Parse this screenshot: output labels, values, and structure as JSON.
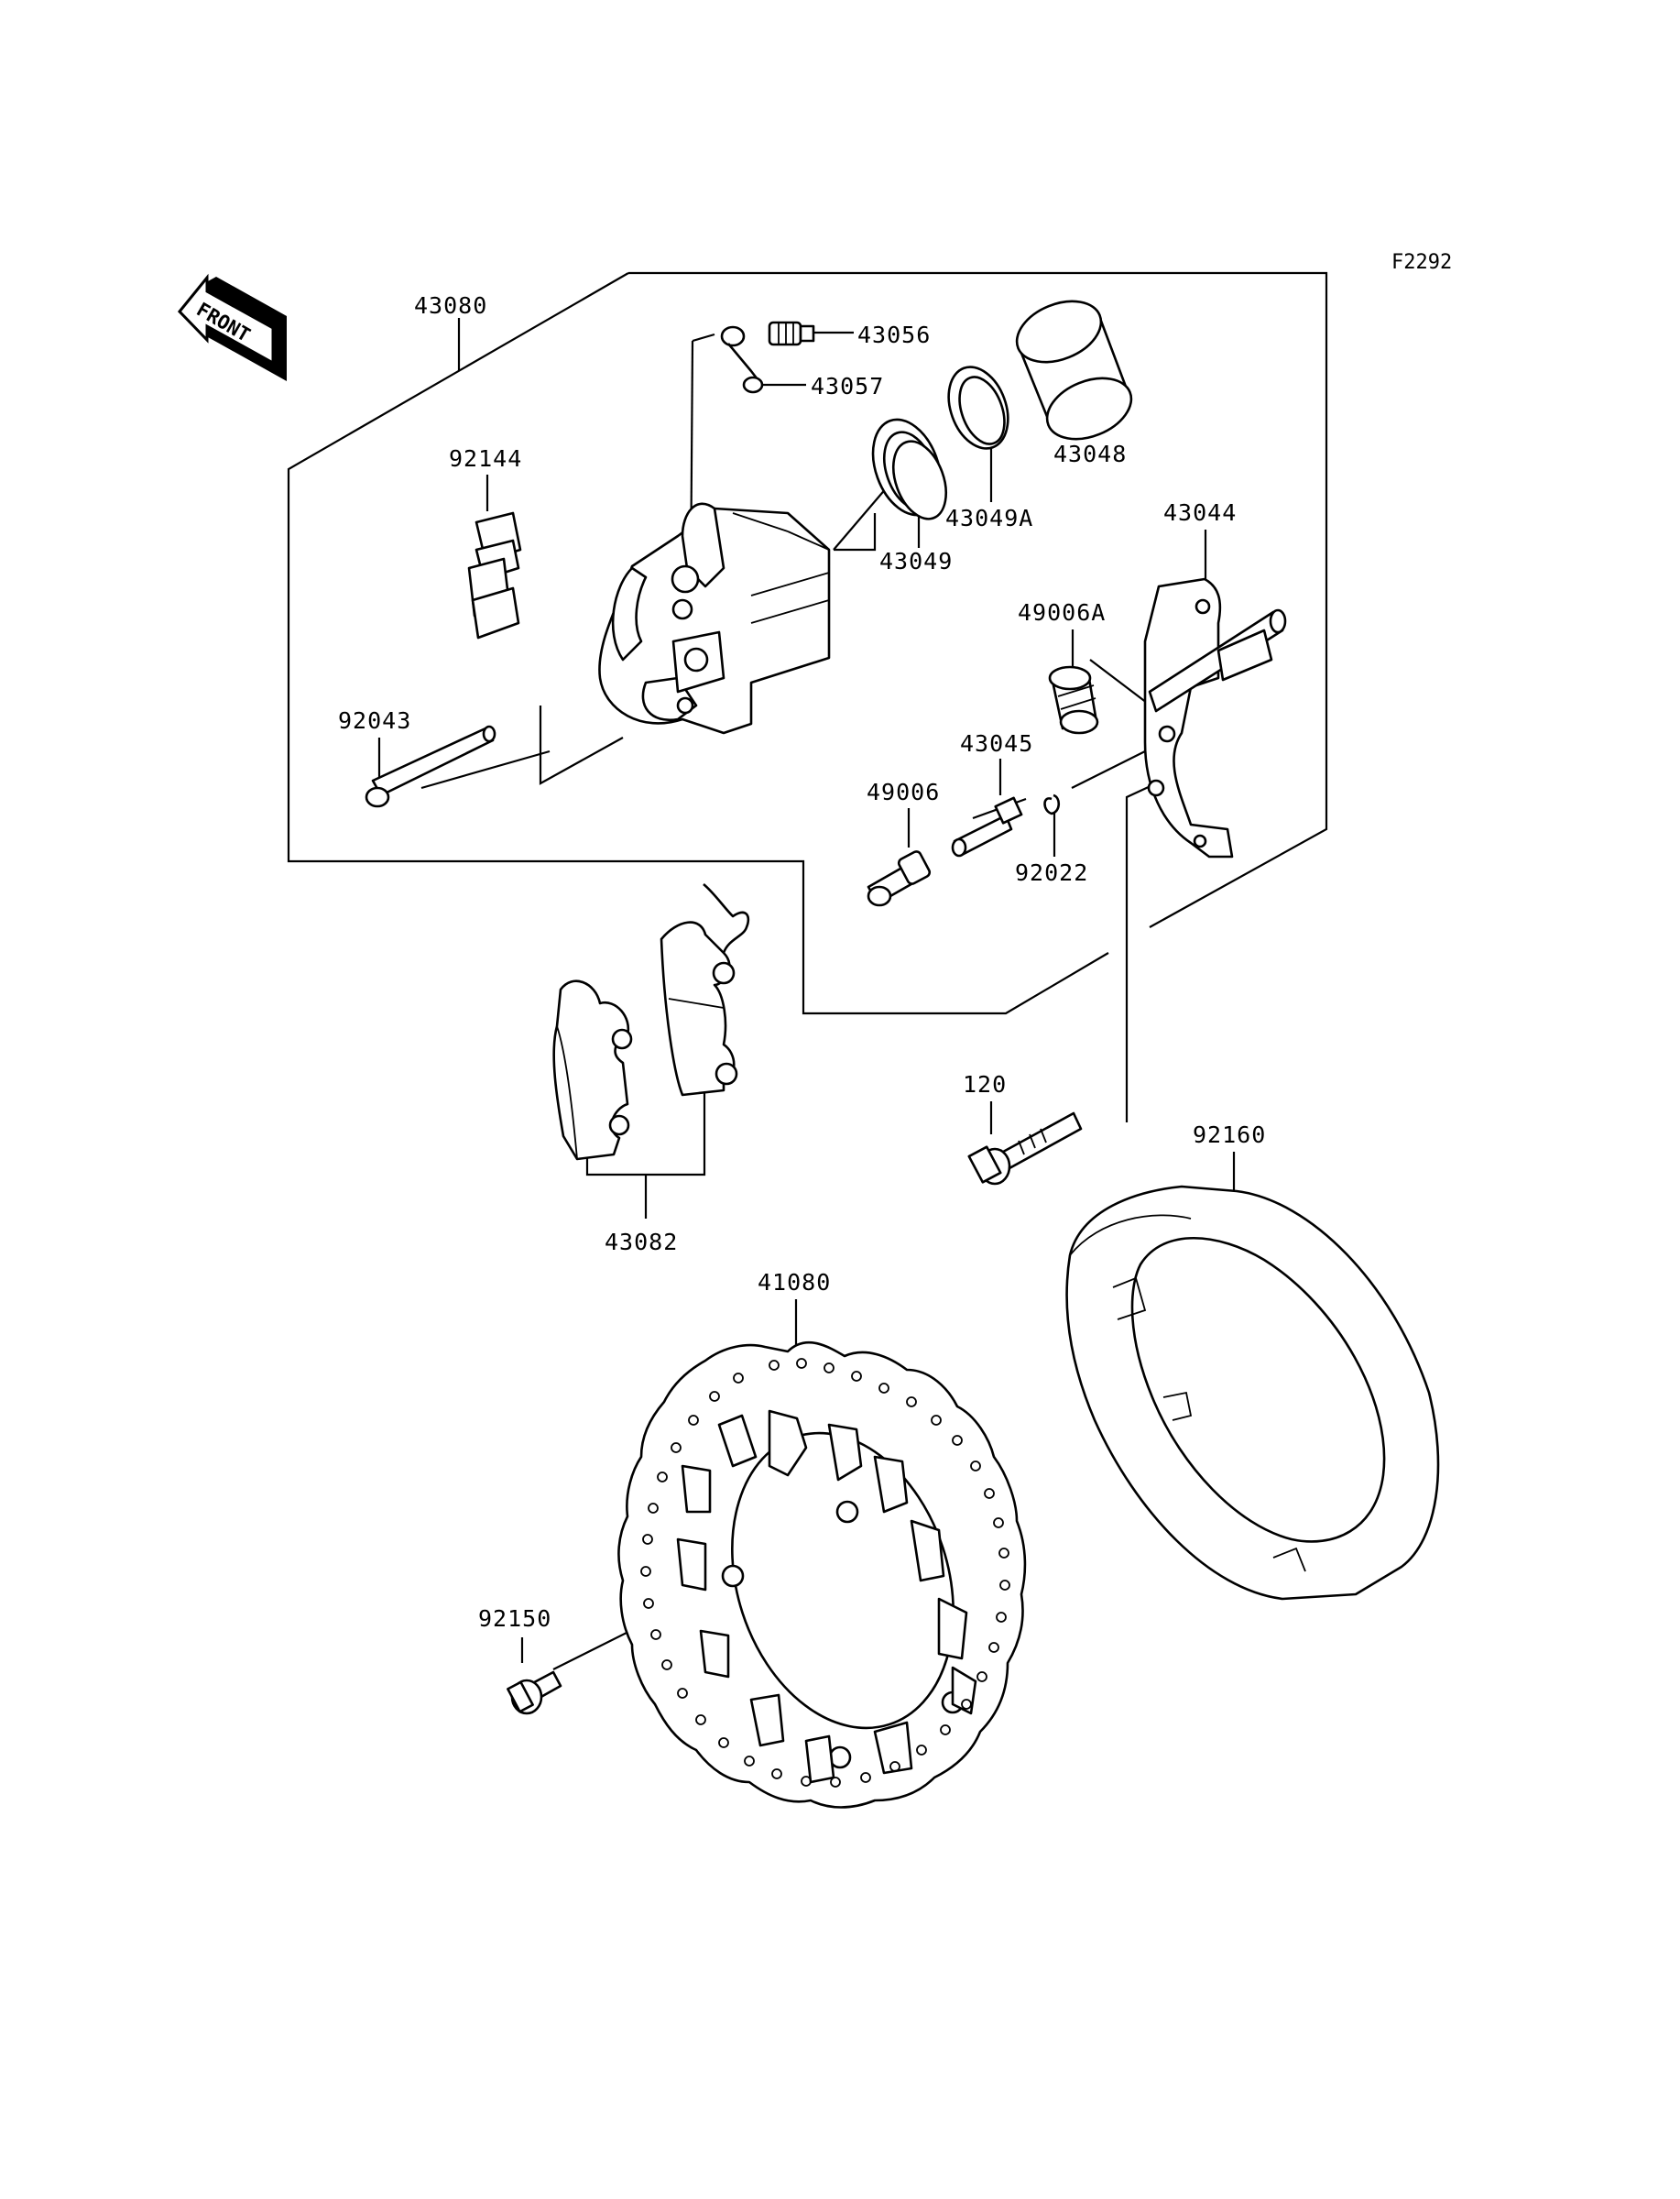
{
  "figure_code": "F2292",
  "front_label": "FRONT",
  "parts": {
    "p43080": "43080",
    "p43056": "43056",
    "p43057": "43057",
    "p92144": "92144",
    "p43048": "43048",
    "p43049A": "43049A",
    "p43049": "43049",
    "p43044": "43044",
    "p49006A": "49006A",
    "p92043": "92043",
    "p43045": "43045",
    "p49006": "49006",
    "p92022": "92022",
    "p120": "120",
    "p92160": "92160",
    "p43082": "43082",
    "p41080": "41080",
    "p92150": "92150"
  }
}
